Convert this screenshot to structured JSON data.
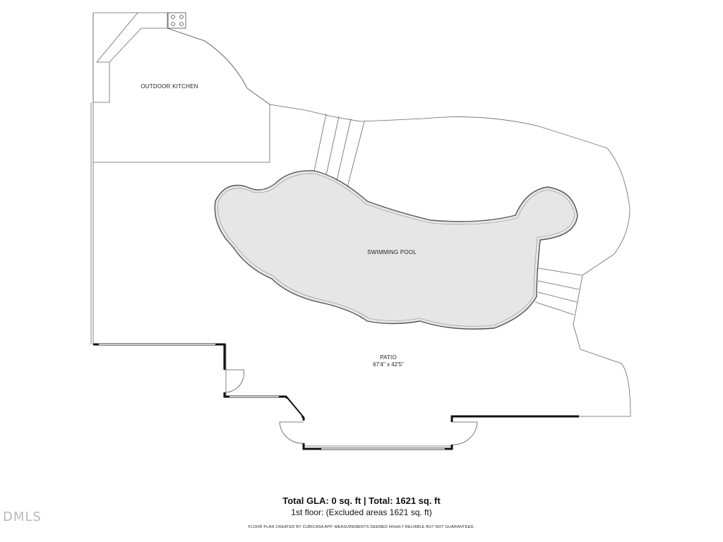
{
  "plan": {
    "rooms": {
      "outdoor_kitchen": "OUTDOOR KITCHEN",
      "swimming_pool": "SWIMMING POOL",
      "patio": "PATIO",
      "patio_dimensions": "67'4\" x 42'5\""
    },
    "colors": {
      "wall": "#111111",
      "outline": "#666666",
      "pool_fill": "#e6e6e6",
      "background": "#ffffff"
    }
  },
  "footer": {
    "totals": "Total GLA: 0 sq. ft | Total: 1621 sq. ft",
    "floor_line": "1st floor: (Excluded areas 1621 sq. ft)",
    "disclaimer": "FLOOR PLAN CREATED BY CUBICASA APP. MEASUREMENTS DEEMED HIGHLY RELIABLE BUT NOT GUARANTEED."
  },
  "watermark": "DMLS"
}
